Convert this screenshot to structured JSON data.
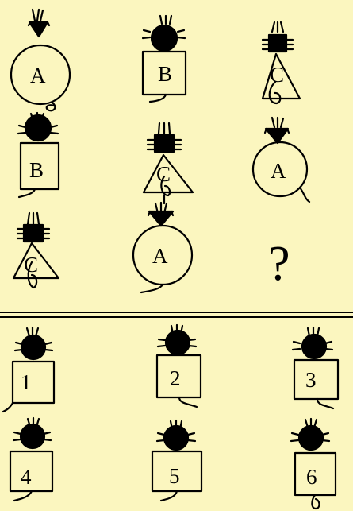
{
  "colors": {
    "background": "#fbf6bf",
    "ink": "#000000"
  },
  "grid": {
    "rows": [
      [
        {
          "shape": "circle",
          "head": "triangle",
          "label": "A"
        },
        {
          "shape": "square",
          "head": "cat",
          "label": "B"
        },
        {
          "shape": "triangle",
          "head": "bug",
          "label": "C"
        }
      ],
      [
        {
          "shape": "square",
          "head": "cat",
          "label": "B"
        },
        {
          "shape": "triangle",
          "head": "bug",
          "label": "C"
        },
        {
          "shape": "circle",
          "head": "triangle",
          "label": "A"
        }
      ],
      [
        {
          "shape": "triangle",
          "head": "bug",
          "label": "C"
        },
        {
          "shape": "circle",
          "head": "triangle",
          "label": "A"
        },
        {
          "shape": "question",
          "label": "?"
        }
      ]
    ]
  },
  "answers": {
    "options": [
      {
        "label": "1",
        "head": "cat"
      },
      {
        "label": "2",
        "head": "cat"
      },
      {
        "label": "3",
        "head": "cat"
      },
      {
        "label": "4",
        "head": "cat"
      },
      {
        "label": "5",
        "head": "cat"
      },
      {
        "label": "6",
        "head": "cat"
      }
    ]
  }
}
